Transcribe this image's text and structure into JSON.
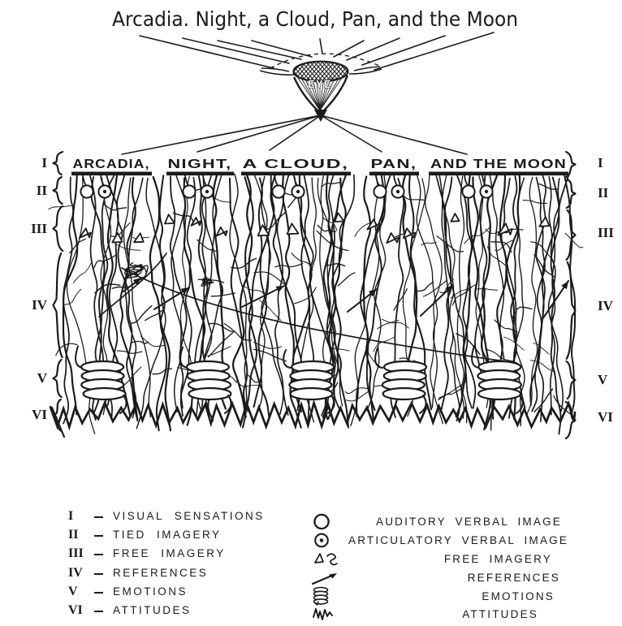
{
  "title": "Arcadia. Night, a Cloud, Pan, and the Moon",
  "eye_label": "EYE",
  "panel": {
    "words": [
      "ARCADIA,",
      "NIGHT,",
      "A CLOUD,",
      "PAN,",
      "AND THE MOON"
    ]
  },
  "levels": [
    {
      "numeral": "I",
      "label": "VISUAL SENSATIONS"
    },
    {
      "numeral": "II",
      "label": "TIED IMAGERY"
    },
    {
      "numeral": "III",
      "label": "FREE IMAGERY"
    },
    {
      "numeral": "IV",
      "label": "REFERENCES"
    },
    {
      "numeral": "V",
      "label": "EMOTIONS"
    },
    {
      "numeral": "VI",
      "label": "ATTITUDES"
    }
  ],
  "symbol_legend": [
    {
      "icon": "auditory-verbal-image-icon",
      "label": "AUDITORY VERBAL IMAGE"
    },
    {
      "icon": "articulatory-verbal-image-icon",
      "label": "ARTICULATORY VERBAL IMAGE"
    },
    {
      "icon": "free-imagery-icon",
      "label": "FREE IMAGERY"
    },
    {
      "icon": "references-icon",
      "label": "REFERENCES"
    },
    {
      "icon": "emotions-icon",
      "label": "EMOTIONS"
    },
    {
      "icon": "attitudes-icon",
      "label": "ATTITUDES"
    }
  ],
  "colors": {
    "ink": "#1b1b1b",
    "paper": "#ffffff"
  }
}
